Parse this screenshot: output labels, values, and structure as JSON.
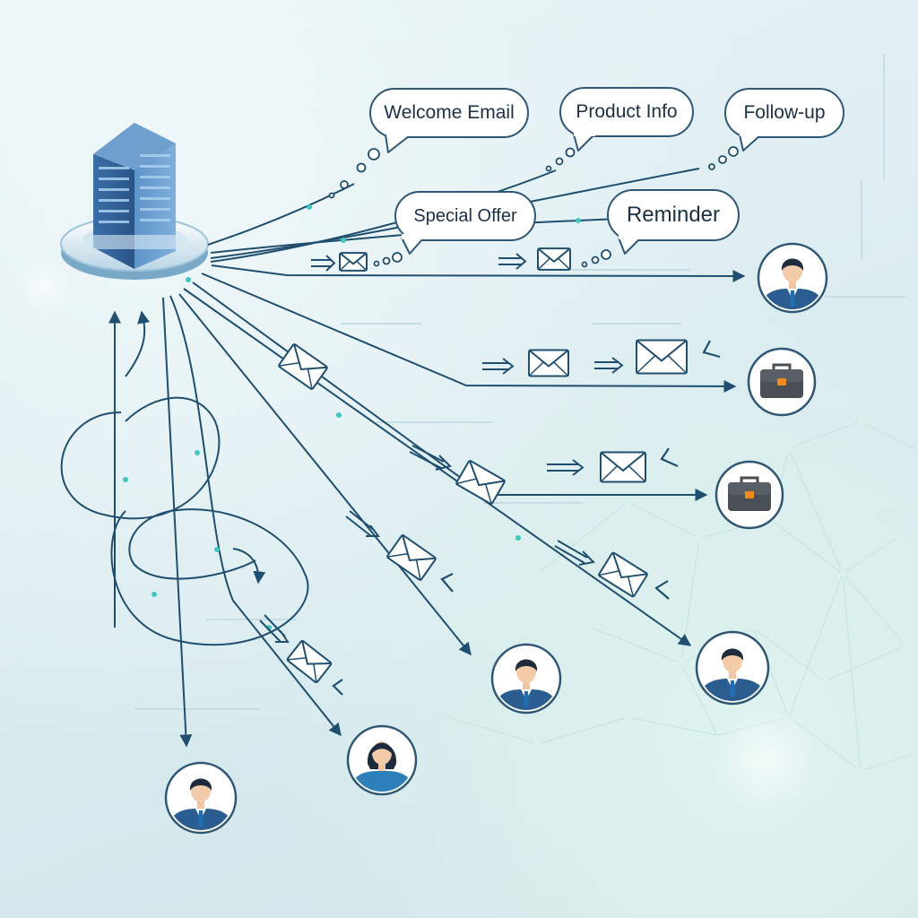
{
  "bubbles": {
    "welcome_email": "Welcome Email",
    "product_info": "Product Info",
    "follow_up": "Follow-up",
    "special_offer": "Special Offer",
    "reminder": "Reminder"
  },
  "icons": {
    "company": "office-building-icon",
    "message": "envelope-icon",
    "flow": "double-arrow-icon",
    "recipients": [
      "person-suit-icon",
      "briefcase-icon",
      "briefcase-icon",
      "person-suit-icon",
      "person-suit-icon",
      "person-woman-icon",
      "person-suit-icon"
    ]
  },
  "colors": {
    "line": "#1f4e6e",
    "accent": "#3ec8c0",
    "bubble_border": "#2f5775",
    "avatar_fill": "#2c5d91",
    "briefcase": "#4a4e55",
    "briefcase_clasp": "#f08c1e"
  }
}
